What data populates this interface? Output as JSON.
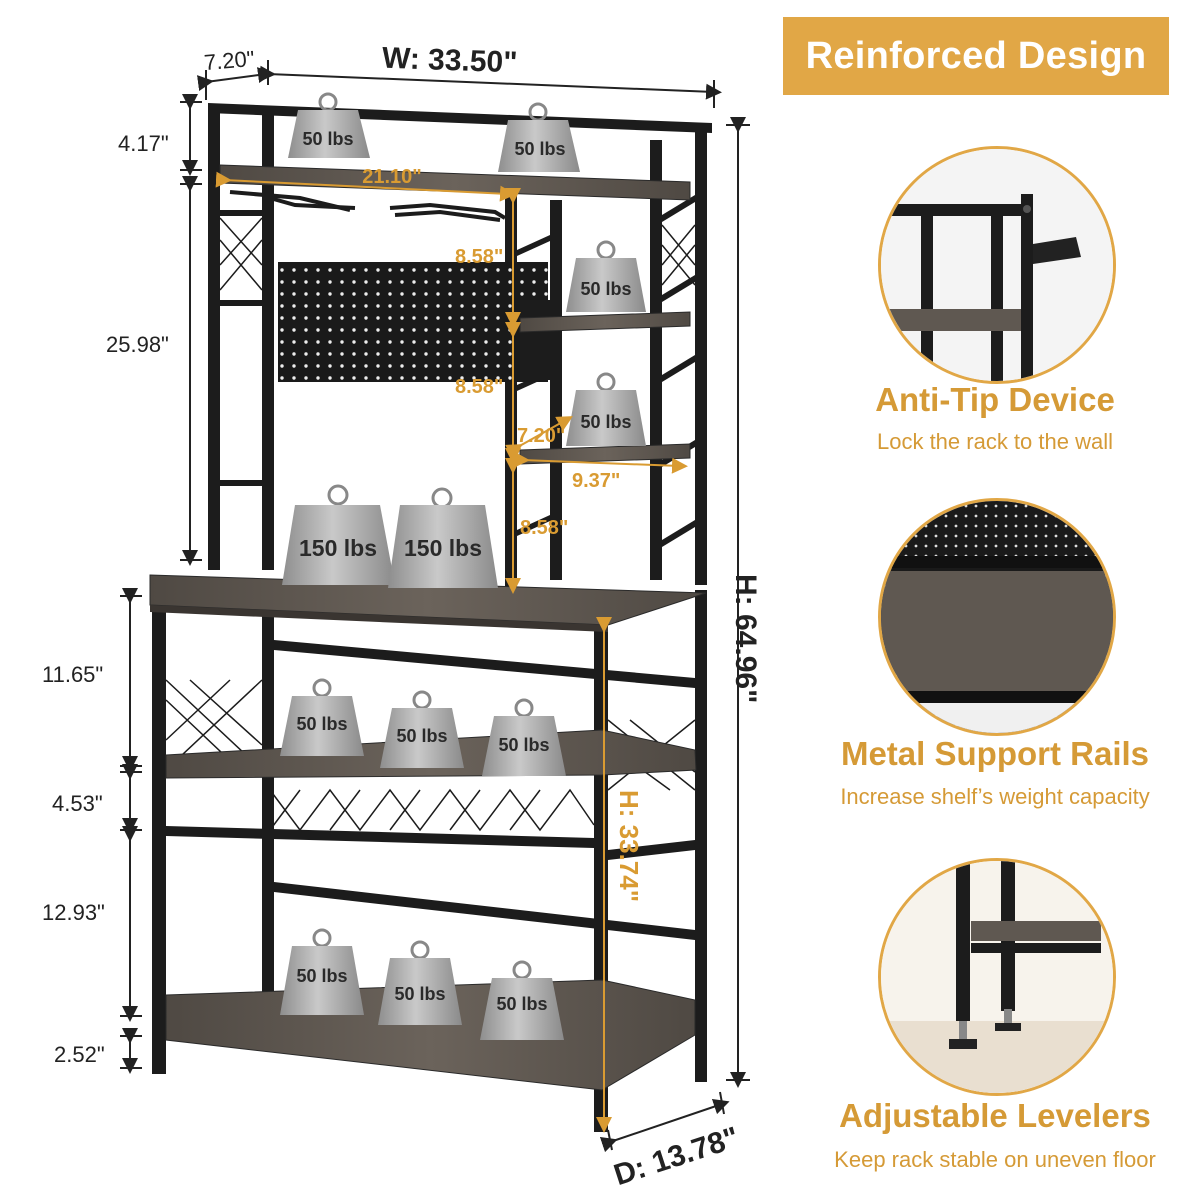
{
  "dimensions": {
    "width": "W: 33.50\"",
    "depth_top": "7.20\"",
    "height_total": "H: 64.96\"",
    "height_lower": "H: 33.74\"",
    "depth": "D: 13.78\"",
    "top_rail": "4.17\"",
    "upper_section": "25.98\"",
    "shelf_gap_1": "11.65\"",
    "shelf_gap_2": "4.53\"",
    "shelf_gap_3": "12.93\"",
    "foot_height": "2.52\"",
    "hanger_width": "21.10\"",
    "side_shelf_gap_1": "8.58\"",
    "side_shelf_gap_2": "8.58\"",
    "side_shelf_gap_3": "8.58\"",
    "side_shelf_depth": "7.20\"",
    "side_shelf_width": "9.37\""
  },
  "weights": {
    "top_left": "50 lbs",
    "top_right": "50 lbs",
    "side_shelf_1": "50 lbs",
    "side_shelf_2": "50 lbs",
    "main_left": "150 lbs",
    "main_right": "150 lbs",
    "mid_1": "50 lbs",
    "mid_2": "50 lbs",
    "mid_3": "50 lbs",
    "bottom_1": "50 lbs",
    "bottom_2": "50 lbs",
    "bottom_3": "50 lbs"
  },
  "banner": "Reinforced Design",
  "features": [
    {
      "title": "Anti-Tip Device",
      "subtitle": "Lock the rack to the wall",
      "icon": "anti-tip-closeup"
    },
    {
      "title": "Metal Support Rails",
      "subtitle": "Increase shelf’s weight capacity",
      "icon": "support-rail-closeup"
    },
    {
      "title": "Adjustable Levelers",
      "subtitle": "Keep rack stable on uneven floor",
      "icon": "leveler-closeup"
    }
  ],
  "colors": {
    "accent": "#e1a746",
    "accent_text": "#d59a36",
    "frame": "#1c1c1c",
    "wood": "#5f5851",
    "weight": "#a9a9a9"
  }
}
